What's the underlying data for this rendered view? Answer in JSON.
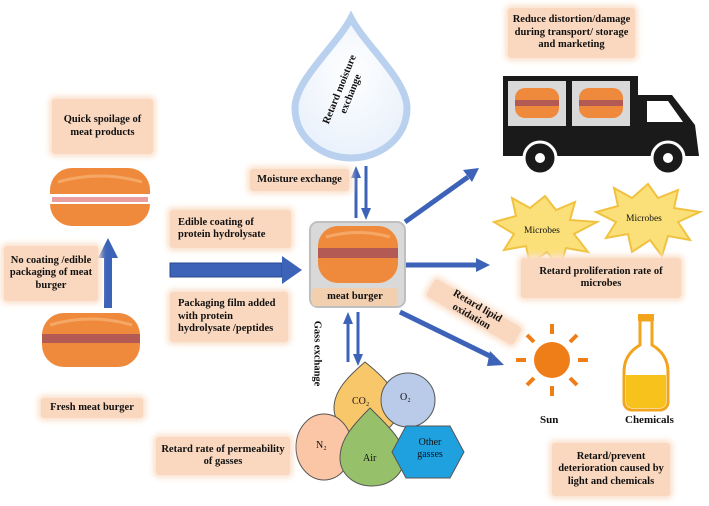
{
  "labels": {
    "quick_spoilage": "Quick spoilage of meat products",
    "no_coating": "No coating /edible packaging of meat burger",
    "fresh_burger": "Fresh meat burger",
    "moisture_exchange": "Moisture exchange",
    "edible_coating": "Edible coating of protein hydrolysate",
    "packaging_film": "Packaging film added with protein hydrolysate /peptides",
    "retard_moisture": "Retard moisture exchange",
    "meat_burger": "meat burger",
    "gass_exchange": "Gass exchange",
    "retard_permeability": "Retard rate of permeability of gasses",
    "reduce_distortion": "Reduce distortion/damage during transport/ storage and marketing",
    "microbes_1": "Microbes",
    "microbes_2": "Microbes",
    "retard_microbes": "Retard proliferation rate of microbes",
    "retard_lipid": "Retard lipid oxidation",
    "sun": "Sun",
    "chemicals": "Chemicals",
    "retard_deterioration": "Retard/prevent deterioration caused by light and chemicals"
  },
  "gases": {
    "co2": "CO₂",
    "o2": "O₂",
    "n2": "N₂",
    "air": "Air",
    "other_gasses": "Other gasses"
  },
  "colors": {
    "burger": "#ef8a3c",
    "patty_stripe": "#b35a55",
    "arrow_blue": "#3d63b8",
    "label_box": "#fad8bf",
    "drop_blue": "#b9d1ee",
    "co2_yellow": "#f8c76a",
    "o2_blue": "#b9cbe8",
    "n2_peach": "#fbc6a6",
    "air_green": "#97c06b",
    "other_cyan": "#1fa1e0",
    "microbes_yellow": "#fbe07a",
    "sun_orange": "#f07e18"
  }
}
